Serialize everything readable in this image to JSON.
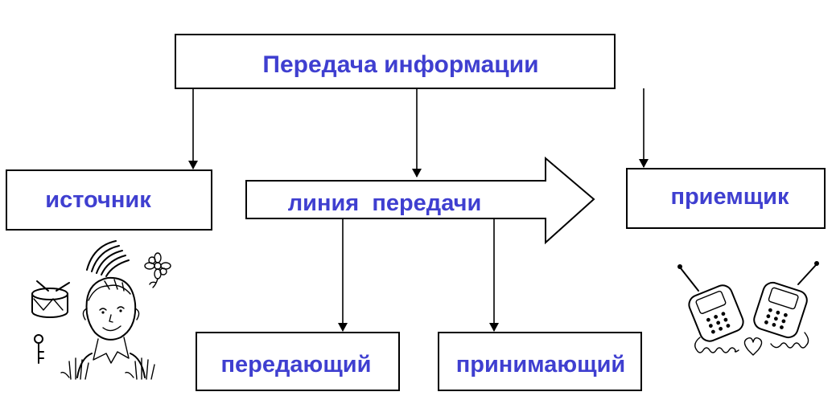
{
  "title": "Передача информации",
  "nodes": {
    "source": "источник",
    "line": "линия  передачи",
    "receiver": "приемщик",
    "transmitter": "передающий",
    "receiving": "принимающий"
  },
  "colors": {
    "label": "#3f3fd0",
    "stroke": "#000000"
  },
  "illustrations": {
    "left": [
      "drum-icon",
      "rainbow-icon",
      "flower-icon",
      "key-icon",
      "child-figure"
    ],
    "right": [
      "phones-icon"
    ]
  }
}
